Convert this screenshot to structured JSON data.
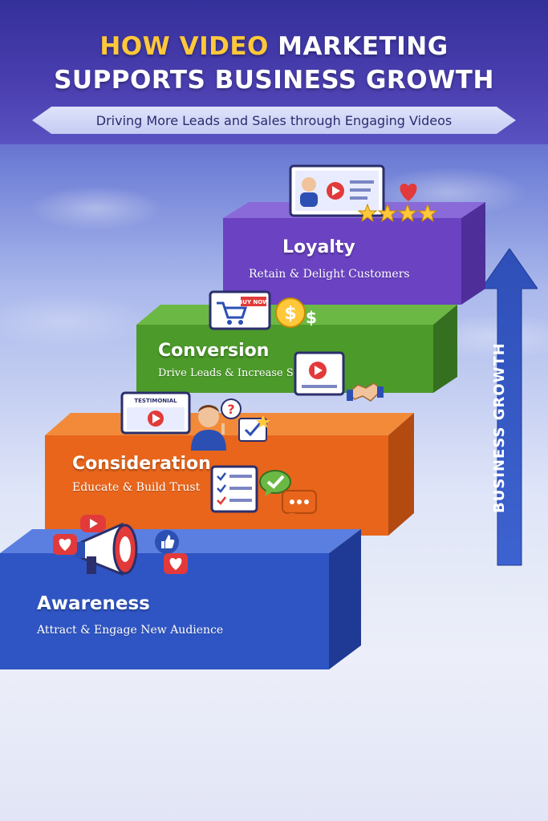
{
  "header": {
    "title_accent": "HOW VIDEO",
    "title_rest": " MARKETING",
    "title_line2": "SUPPORTS BUSINESS GROWTH",
    "subtitle": "Driving More Leads and Sales through Engaging Videos"
  },
  "growth_arrow": {
    "label": "BUSINESS GROWTH"
  },
  "steps": [
    {
      "title": "Awareness",
      "description": "Attract & Engage New Audience",
      "color": "#2f55c4"
    },
    {
      "title": "Consideration",
      "description": "Educate & Build Trust",
      "color": "#e8651b"
    },
    {
      "title": "Conversion",
      "description": "Drive Leads & Increase Sales",
      "color": "#4c9a2a"
    },
    {
      "title": "Loyalty",
      "description": "Retain & Delight Customers",
      "color": "#6a42c2"
    }
  ],
  "icons": {
    "buy_now_label": "BUY NOW",
    "dollar_label": "$",
    "testimonial_label": "TESTIMONIAL",
    "question_label": "?"
  },
  "colors": {
    "accent": "#ffc83a",
    "arrow": "#2f4fb8"
  }
}
